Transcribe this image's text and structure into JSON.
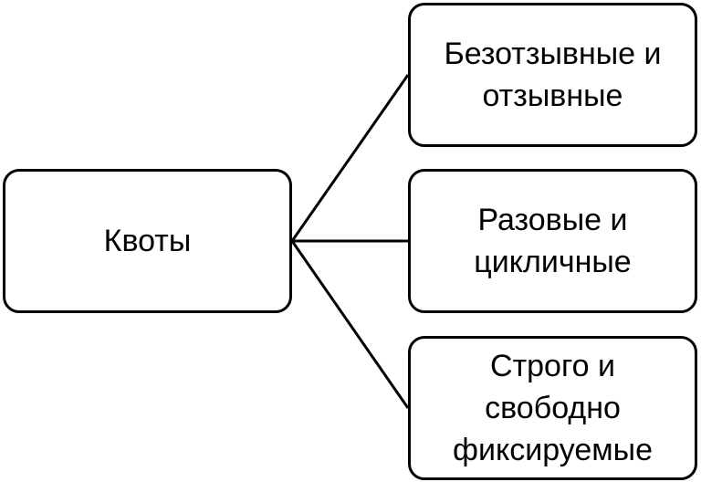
{
  "diagram": {
    "root": {
      "label": "Квоты"
    },
    "children": [
      {
        "lines": [
          "Безотзывные и",
          "отзывные"
        ]
      },
      {
        "lines": [
          "Разовые и",
          "цикличные"
        ]
      },
      {
        "lines": [
          "Строго и",
          "свободно",
          "фиксируемые"
        ]
      }
    ]
  }
}
